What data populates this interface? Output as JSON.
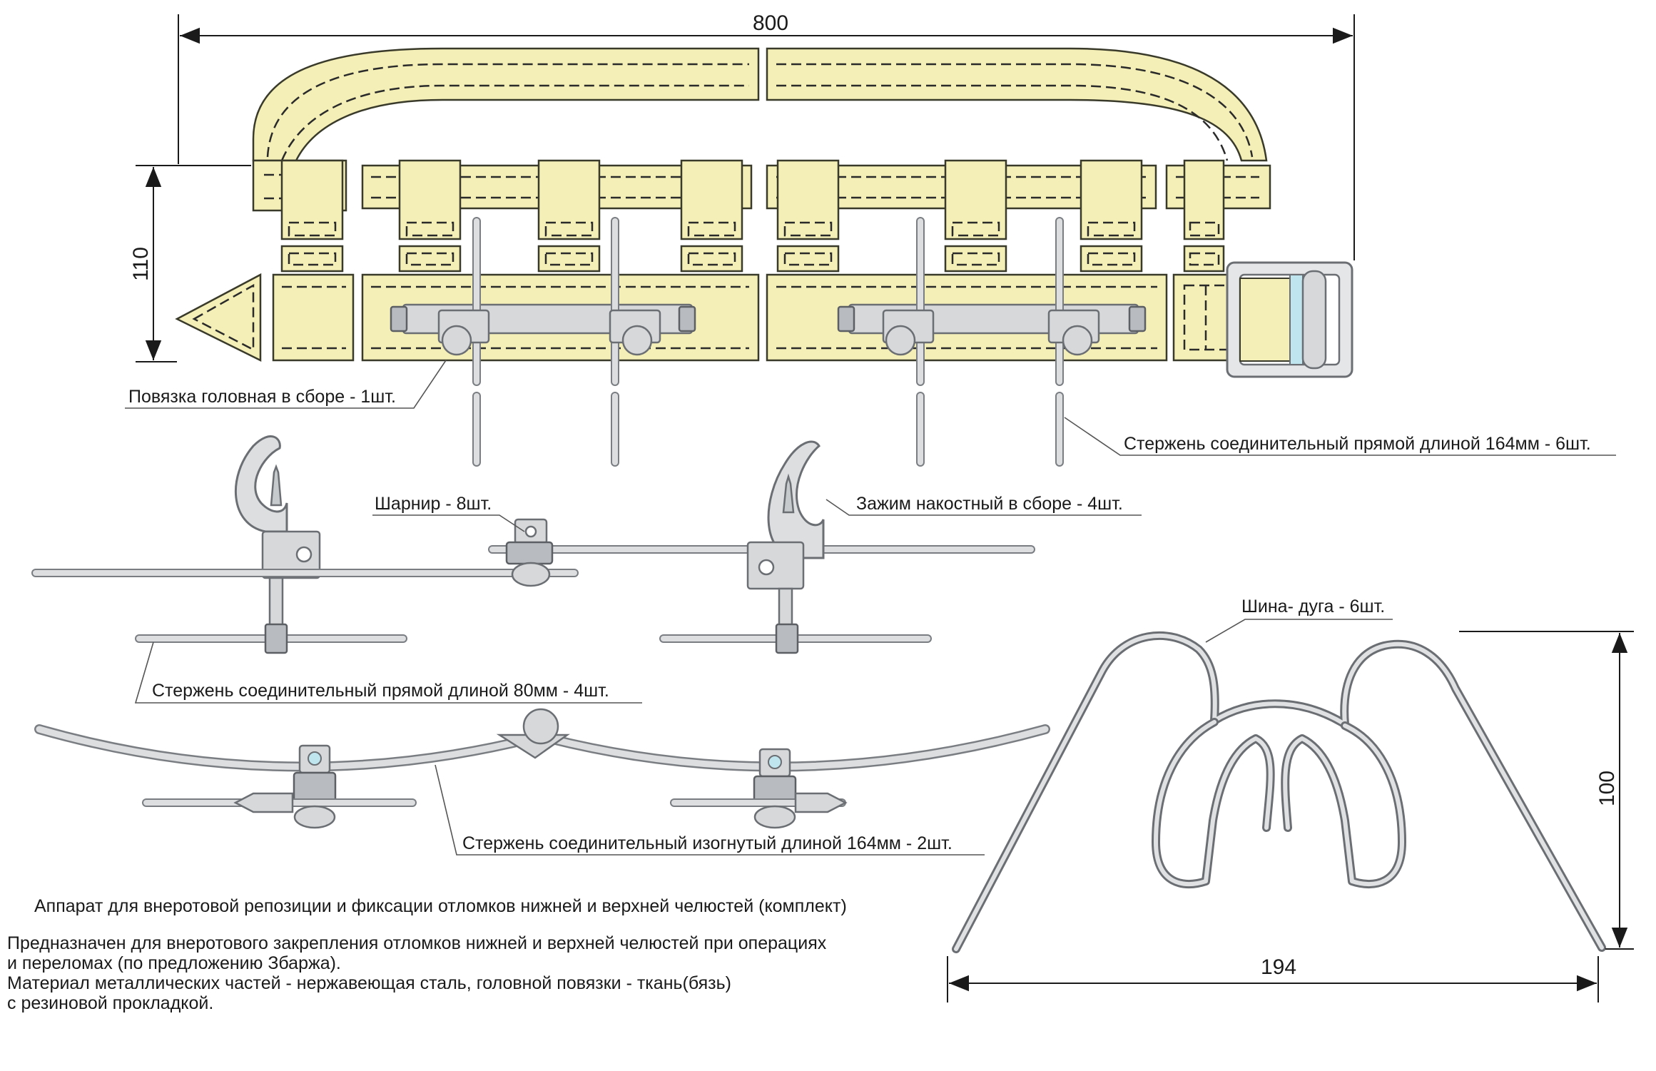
{
  "labels": {
    "headband": "Повязка головная в сборе - 1шт.",
    "rod164": "Стержень соединительный прямой длиной 164мм - 6шт.",
    "hinge": "Шарнир - 8шт.",
    "clamp": "Зажим накостный в сборе - 4шт.",
    "rod80": "Стержень соединительный прямой длиной 80мм - 4шт.",
    "arch": "Шина- дуга - 6шт.",
    "rodBent": "Стержень соединительный изогнутый длиной 164мм - 2шт."
  },
  "dimensions": {
    "width800": "800",
    "height110": "110",
    "height100": "100",
    "width194": "194"
  },
  "description": {
    "title": "Аппарат для внеротовой репозиции и фиксации отломков нижней и верхней челюстей (комплект)",
    "line1": "Предназначен для внеротового закрепления отломков нижней и верхней челюстей при операциях",
    "line2": "и переломах (по предложению Збаржа).",
    "line3": "Материал металлических частей - нержавеющая сталь, головной повязки - ткань(бязь)",
    "line4": "с резиновой прокладкой."
  },
  "colors": {
    "fabric": "#f4efb6",
    "steel": "#d6d8da",
    "steel_edge": "#6b6f73",
    "buckle_accent": "#bfe6ef"
  }
}
